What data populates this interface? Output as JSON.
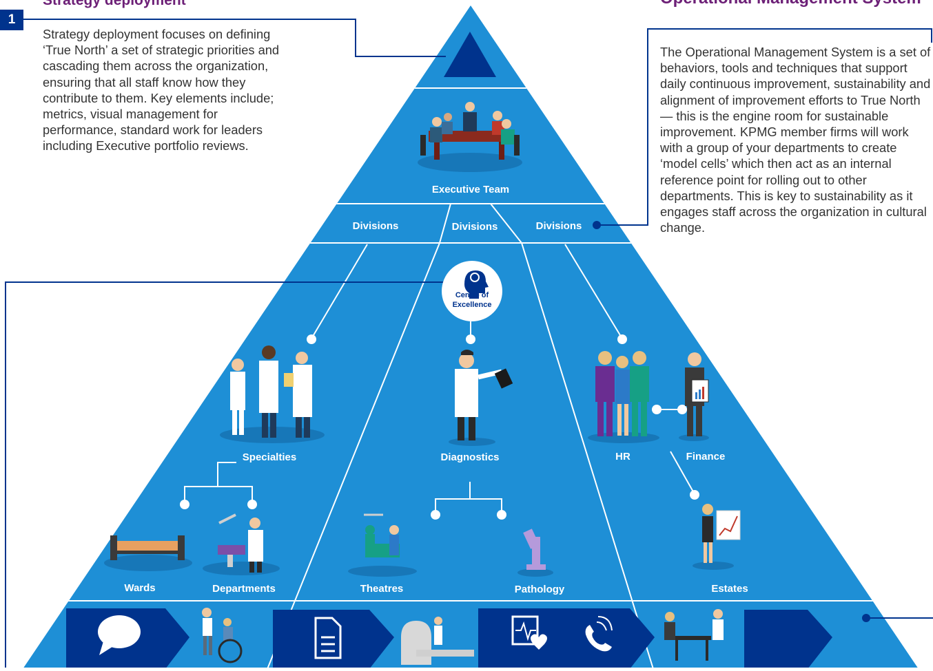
{
  "strategy": {
    "number": "1",
    "title": "Strategy deployment",
    "body": "Strategy deployment focuses on defining ‘True North’ a set of strategic priorities and cascading them across the organization, ensuring that all staff know how they contribute to them. Key elements include; metrics, visual management for performance, standard work for leaders including Executive portfolio reviews."
  },
  "oms": {
    "title": "Operational Management System",
    "body": "The Operational Management System is a set of behaviors, tools and techniques that support daily continuous improvement, sustainability and alignment of improvement efforts to True North — this is the engine room for sustainable improvement. KPMG member firms will work with a group of your departments to create ‘model cells’ which then act as an internal reference point for rolling out to other departments. This is key to sustainability as it engages staff across the organization in cultural change."
  },
  "pyramid": {
    "executive_team": "Executive Team",
    "divisions": [
      "Divisions",
      "Divisions",
      "Divisions"
    ],
    "centre_line1": "Centre of",
    "centre_line2": "Excellence",
    "specialties": "Specialties",
    "diagnostics": "Diagnostics",
    "hr": "HR",
    "finance": "Finance",
    "wards": "Wards",
    "departments": "Departments",
    "theatres": "Theatres",
    "pathology": "Pathology",
    "estates": "Estates"
  },
  "colors": {
    "pyramid_blue": "#1e8fd6",
    "dark_blue": "#00338d",
    "purple": "#6d2077",
    "white": "#ffffff"
  },
  "icons": [
    "speech-bubble-icon",
    "document-icon",
    "heart-monitor-icon",
    "phone-icon",
    "brain-head-icon"
  ]
}
